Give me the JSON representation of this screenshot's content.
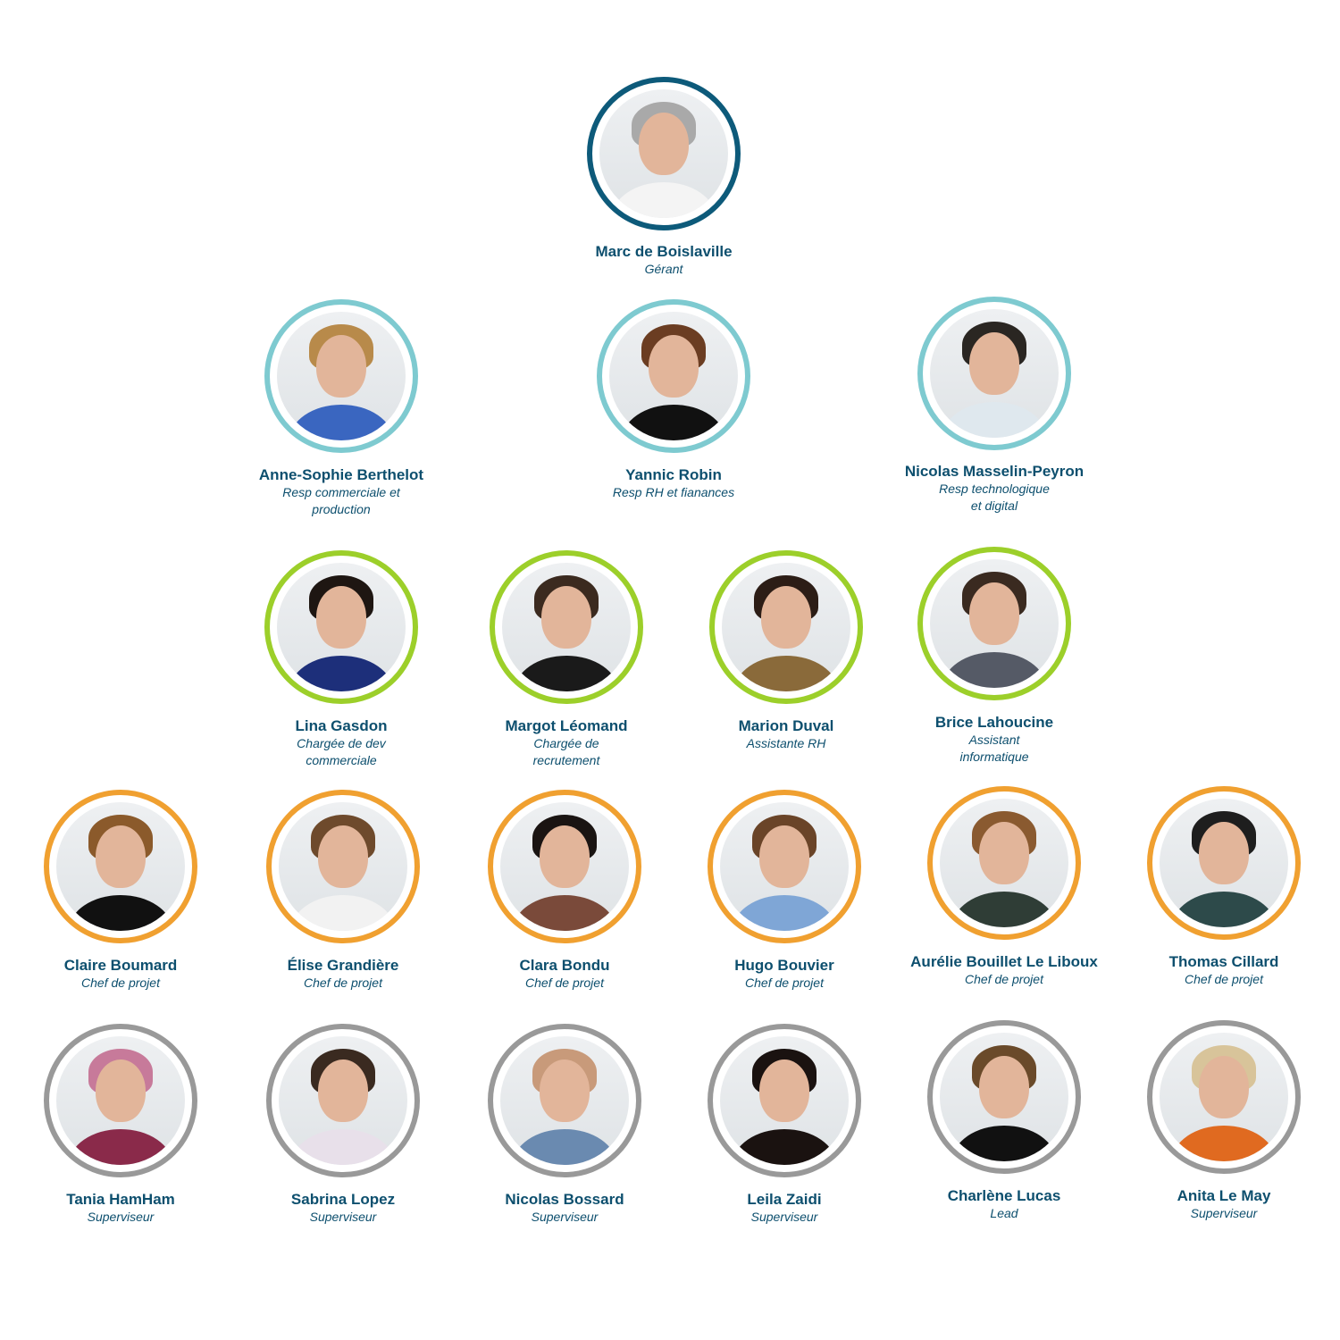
{
  "colors": {
    "text": "#0d4f6e",
    "director": "#0d5a7a",
    "managers": "#7ecad0",
    "staff": "#9ccf2a",
    "project_leads": "#f0a030",
    "supervisors": "#999999"
  },
  "people": [
    {
      "name": "Marc de Boislaville",
      "role_lines": [
        "Gérant"
      ],
      "tier": "director",
      "hair": "#a9a9a9",
      "shirt": "#f4f4f4"
    },
    {
      "name": "Anne-Sophie Berthelot",
      "role_lines": [
        "Resp commerciale et",
        "production"
      ],
      "tier": "managers",
      "hair": "#b88a4a",
      "shirt": "#3a66c0"
    },
    {
      "name": "Yannic Robin",
      "role_lines": [
        "Resp RH et fianances"
      ],
      "tier": "managers",
      "hair": "#6b3d22",
      "shirt": "#111111"
    },
    {
      "name": "Nicolas Masselin-Peyron",
      "role_lines": [
        "Resp technologique",
        "et digital"
      ],
      "tier": "managers",
      "hair": "#2a2622",
      "shirt": "#dfe8ee"
    },
    {
      "name": "Lina Gasdon",
      "role_lines": [
        "Chargée de dev",
        "commerciale"
      ],
      "tier": "staff",
      "hair": "#1e1612",
      "shirt": "#1d2f7a"
    },
    {
      "name": "Margot Léomand",
      "role_lines": [
        "Chargée de",
        "recrutement"
      ],
      "tier": "staff",
      "hair": "#3b2a1f",
      "shirt": "#1a1a1a"
    },
    {
      "name": "Marion Duval",
      "role_lines": [
        "Assistante RH"
      ],
      "tier": "staff",
      "hair": "#2c1d16",
      "shirt": "#8a6a3a"
    },
    {
      "name": "Brice Lahoucine",
      "role_lines": [
        "Assistant",
        "informatique"
      ],
      "tier": "staff",
      "hair": "#3a2a20",
      "shirt": "#555a66"
    },
    {
      "name": "Claire Boumard",
      "role_lines": [
        "Chef de projet"
      ],
      "tier": "project_leads",
      "hair": "#8b5a2b",
      "shirt": "#111111"
    },
    {
      "name": "Élise Grandière",
      "role_lines": [
        "Chef de projet"
      ],
      "tier": "project_leads",
      "hair": "#6e4a2c",
      "shirt": "#f2f2f2"
    },
    {
      "name": "Clara Bondu",
      "role_lines": [
        "Chef de projet"
      ],
      "tier": "project_leads",
      "hair": "#1a1412",
      "shirt": "#7a4a3a"
    },
    {
      "name": "Hugo Bouvier",
      "role_lines": [
        "Chef de projet"
      ],
      "tier": "project_leads",
      "hair": "#6a4428",
      "shirt": "#7fa6d6"
    },
    {
      "name": "Aurélie Bouillet Le Liboux",
      "role_lines": [
        "Chef de projet"
      ],
      "tier": "project_leads",
      "hair": "#8a5a30",
      "shirt": "#2f3d36"
    },
    {
      "name": "Thomas Cillard",
      "role_lines": [
        "Chef de projet"
      ],
      "tier": "project_leads",
      "hair": "#1e1e1e",
      "shirt": "#2d4a4a"
    },
    {
      "name": "Tania HamHam",
      "role_lines": [
        "Superviseur"
      ],
      "tier": "supervisors",
      "hair": "#c77a9a",
      "shirt": "#8a2a4a"
    },
    {
      "name": "Sabrina Lopez",
      "role_lines": [
        "Superviseur"
      ],
      "tier": "supervisors",
      "hair": "#3a2a20",
      "shirt": "#e8e0ea"
    },
    {
      "name": "Nicolas Bossard",
      "role_lines": [
        "Superviseur"
      ],
      "tier": "supervisors",
      "hair": "#c89a7a",
      "shirt": "#6a8ab0"
    },
    {
      "name": "Leila Zaidi",
      "role_lines": [
        "Superviseur"
      ],
      "tier": "supervisors",
      "hair": "#1a1210",
      "shirt": "#1a1210"
    },
    {
      "name": "Charlène Lucas",
      "role_lines": [
        "Lead"
      ],
      "tier": "supervisors",
      "hair": "#6a4a2a",
      "shirt": "#111111"
    },
    {
      "name": "Anita Le May",
      "role_lines": [
        "Superviseur"
      ],
      "tier": "supervisors",
      "hair": "#d8c49a",
      "shirt": "#e06a20"
    }
  ]
}
